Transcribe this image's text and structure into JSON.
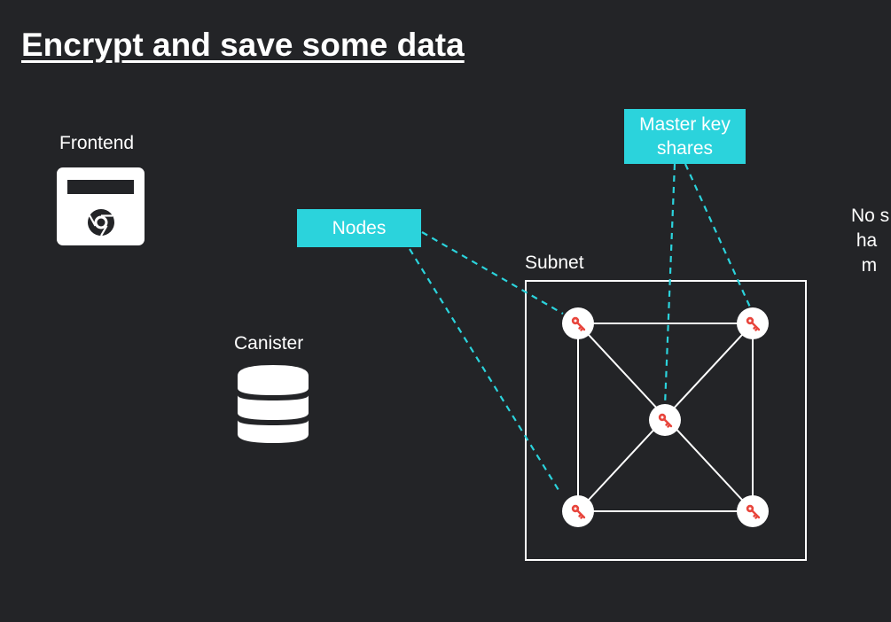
{
  "slide": {
    "title": "Encrypt and save some data"
  },
  "frontend": {
    "label": "Frontend",
    "icon": "browser-window-icon"
  },
  "canister": {
    "label": "Canister",
    "icon": "database-icon"
  },
  "callouts": {
    "nodes": "Nodes",
    "master_key_line1": "Master key",
    "master_key_line2": "shares"
  },
  "subnet": {
    "label": "Subnet",
    "node_icon": "key-icon"
  },
  "side_text": {
    "line1": "No s",
    "line2": "ha",
    "line3": "m"
  },
  "colors": {
    "background": "#232427",
    "accent": "#2bd3dc",
    "key": "#e8453c",
    "foreground": "#ffffff"
  }
}
